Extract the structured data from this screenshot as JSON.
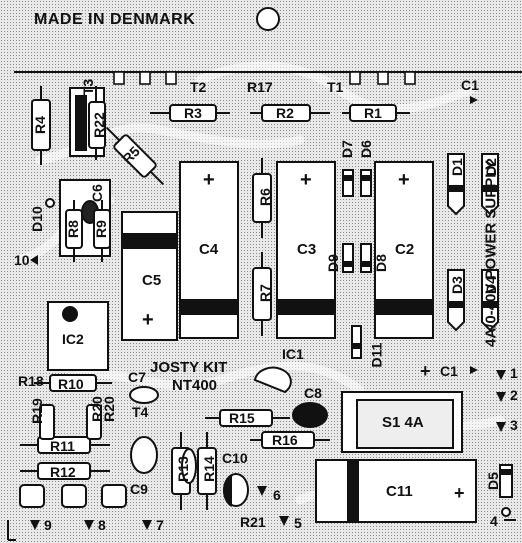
{
  "header": {
    "made_in": "MADE IN DENMARK"
  },
  "kit": {
    "name": "JOSTY KIT",
    "model": "NT400"
  },
  "title": "4A/0-40V POWER SUPPLY",
  "resistors": {
    "r1": "R1",
    "r2": "R2",
    "r3": "R3",
    "r4": "R4",
    "r5": "R5",
    "r6": "R6",
    "r7": "R7",
    "r8": "R8",
    "r9": "R9",
    "r10": "R10",
    "r11": "R11",
    "r12": "R12",
    "r13": "R13",
    "r14": "R14",
    "r15": "R15",
    "r16": "R16",
    "r17": "R17",
    "r18": "R18",
    "r19": "R19",
    "r20": "R20",
    "r21": "R21",
    "r22": "R22"
  },
  "transistors": {
    "t1": "T1",
    "t2": "T2",
    "t3": "T3",
    "t4": "T4"
  },
  "capacitors": {
    "c1": "C1",
    "c2": "C2",
    "c3": "C3",
    "c4": "C4",
    "c5": "C5",
    "c6": "C6",
    "c7": "C7",
    "c8": "C8",
    "c9": "C9",
    "c10": "C10",
    "c11": "C11"
  },
  "diodes": {
    "d1": "D1",
    "d2": "D2",
    "d3": "D3",
    "d4": "D4",
    "d5": "D5",
    "d6": "D6",
    "d7": "D7",
    "d8": "D8",
    "d9": "D9",
    "d10": "D10",
    "d11": "D11"
  },
  "ics": {
    "ic1": "IC1",
    "ic2": "IC2"
  },
  "switch": {
    "label": "S1 4A"
  },
  "terminals": {
    "t1": "1",
    "t2": "2",
    "t3": "3",
    "t4": "4",
    "t5": "5",
    "t6": "6",
    "t7": "7",
    "t8": "8",
    "t9": "9",
    "t10": "10"
  },
  "polarity": {
    "plus": "+"
  }
}
